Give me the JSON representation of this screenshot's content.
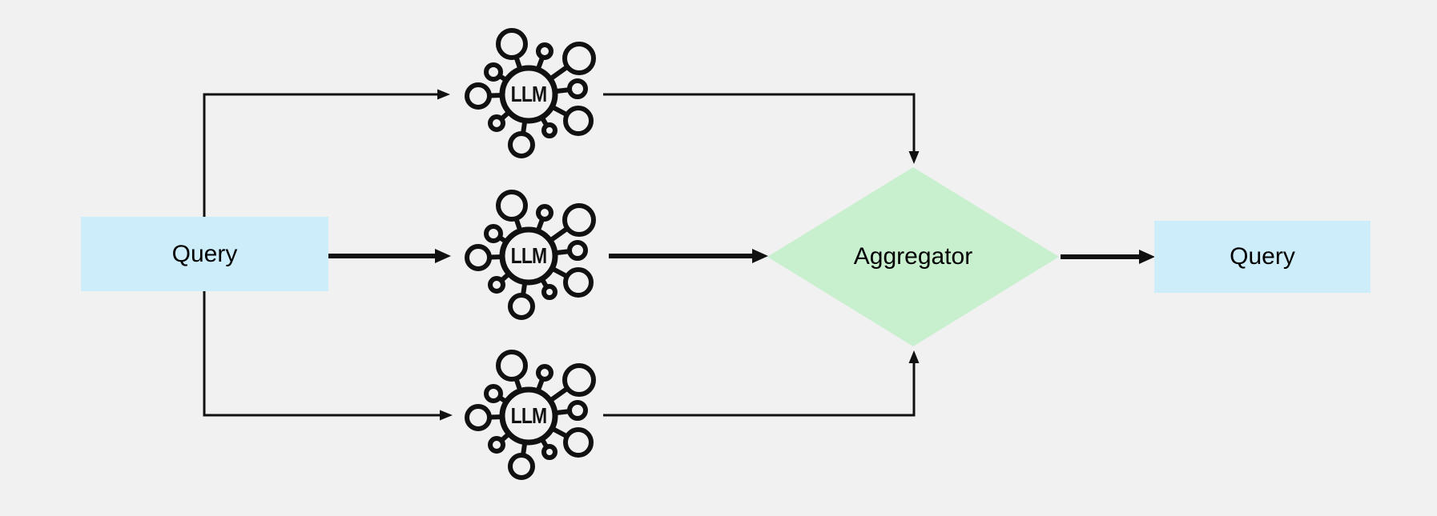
{
  "diagram": {
    "type": "flowchart",
    "description": "Parallel LLM ensemble: one query fans out to three LLMs whose outputs are combined by an aggregator",
    "nodes": {
      "input_query": {
        "label": "Query",
        "shape": "rectangle",
        "fill": "#cdedfb"
      },
      "llm": {
        "label": "LLM",
        "shape": "hub-and-spoke-icon",
        "count": 3
      },
      "aggregator": {
        "label": "Aggregator",
        "shape": "diamond",
        "fill": "#c8f0ce"
      },
      "output_query": {
        "label": "Query",
        "shape": "rectangle",
        "fill": "#cdedfb"
      }
    },
    "edges": [
      "input_query -> llm_top",
      "input_query -> llm_middle",
      "input_query -> llm_bottom",
      "llm_top -> aggregator",
      "llm_middle -> aggregator",
      "llm_bottom -> aggregator",
      "aggregator -> output_query"
    ],
    "icons": {
      "llm_icon": "llm-network-icon"
    },
    "colors": {
      "background": "#f1f1f1",
      "query_box_fill": "#cdedfb",
      "aggregator_fill": "#c8f0ce",
      "line_color": "#111111"
    }
  }
}
